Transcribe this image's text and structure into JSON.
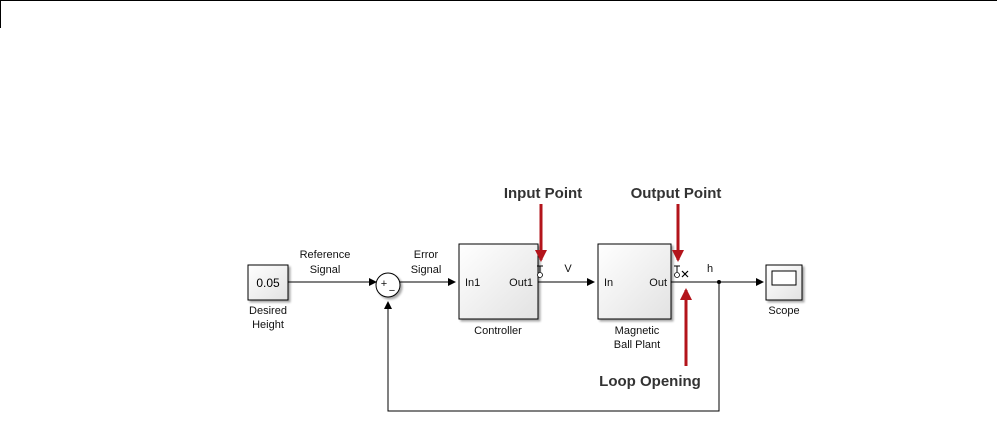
{
  "diagram": {
    "constant_block": {
      "value": "0.05",
      "label_line1": "Desired",
      "label_line2": "Height"
    },
    "reference_signal": {
      "line1": "Reference",
      "line2": "Signal"
    },
    "sum_block": {
      "signs": "+",
      "minus": "−"
    },
    "error_signal": {
      "line1": "Error",
      "line2": "Signal"
    },
    "controller": {
      "in_port": "In1",
      "out_port": "Out1",
      "label": "Controller"
    },
    "signal_v": "V",
    "plant": {
      "in_port": "In",
      "out_port": "Out",
      "label_line1": "Magnetic",
      "label_line2": "Ball Plant"
    },
    "signal_h": "h",
    "scope": {
      "label": "Scope"
    },
    "annotations": {
      "input_point": "Input Point",
      "output_point": "Output Point",
      "loop_opening": "Loop Opening"
    },
    "colors": {
      "arrow_red": "#b3141b",
      "line": "#000000",
      "block_fill_top": "#ffffff",
      "block_fill_bottom": "#e3e3e3"
    }
  }
}
